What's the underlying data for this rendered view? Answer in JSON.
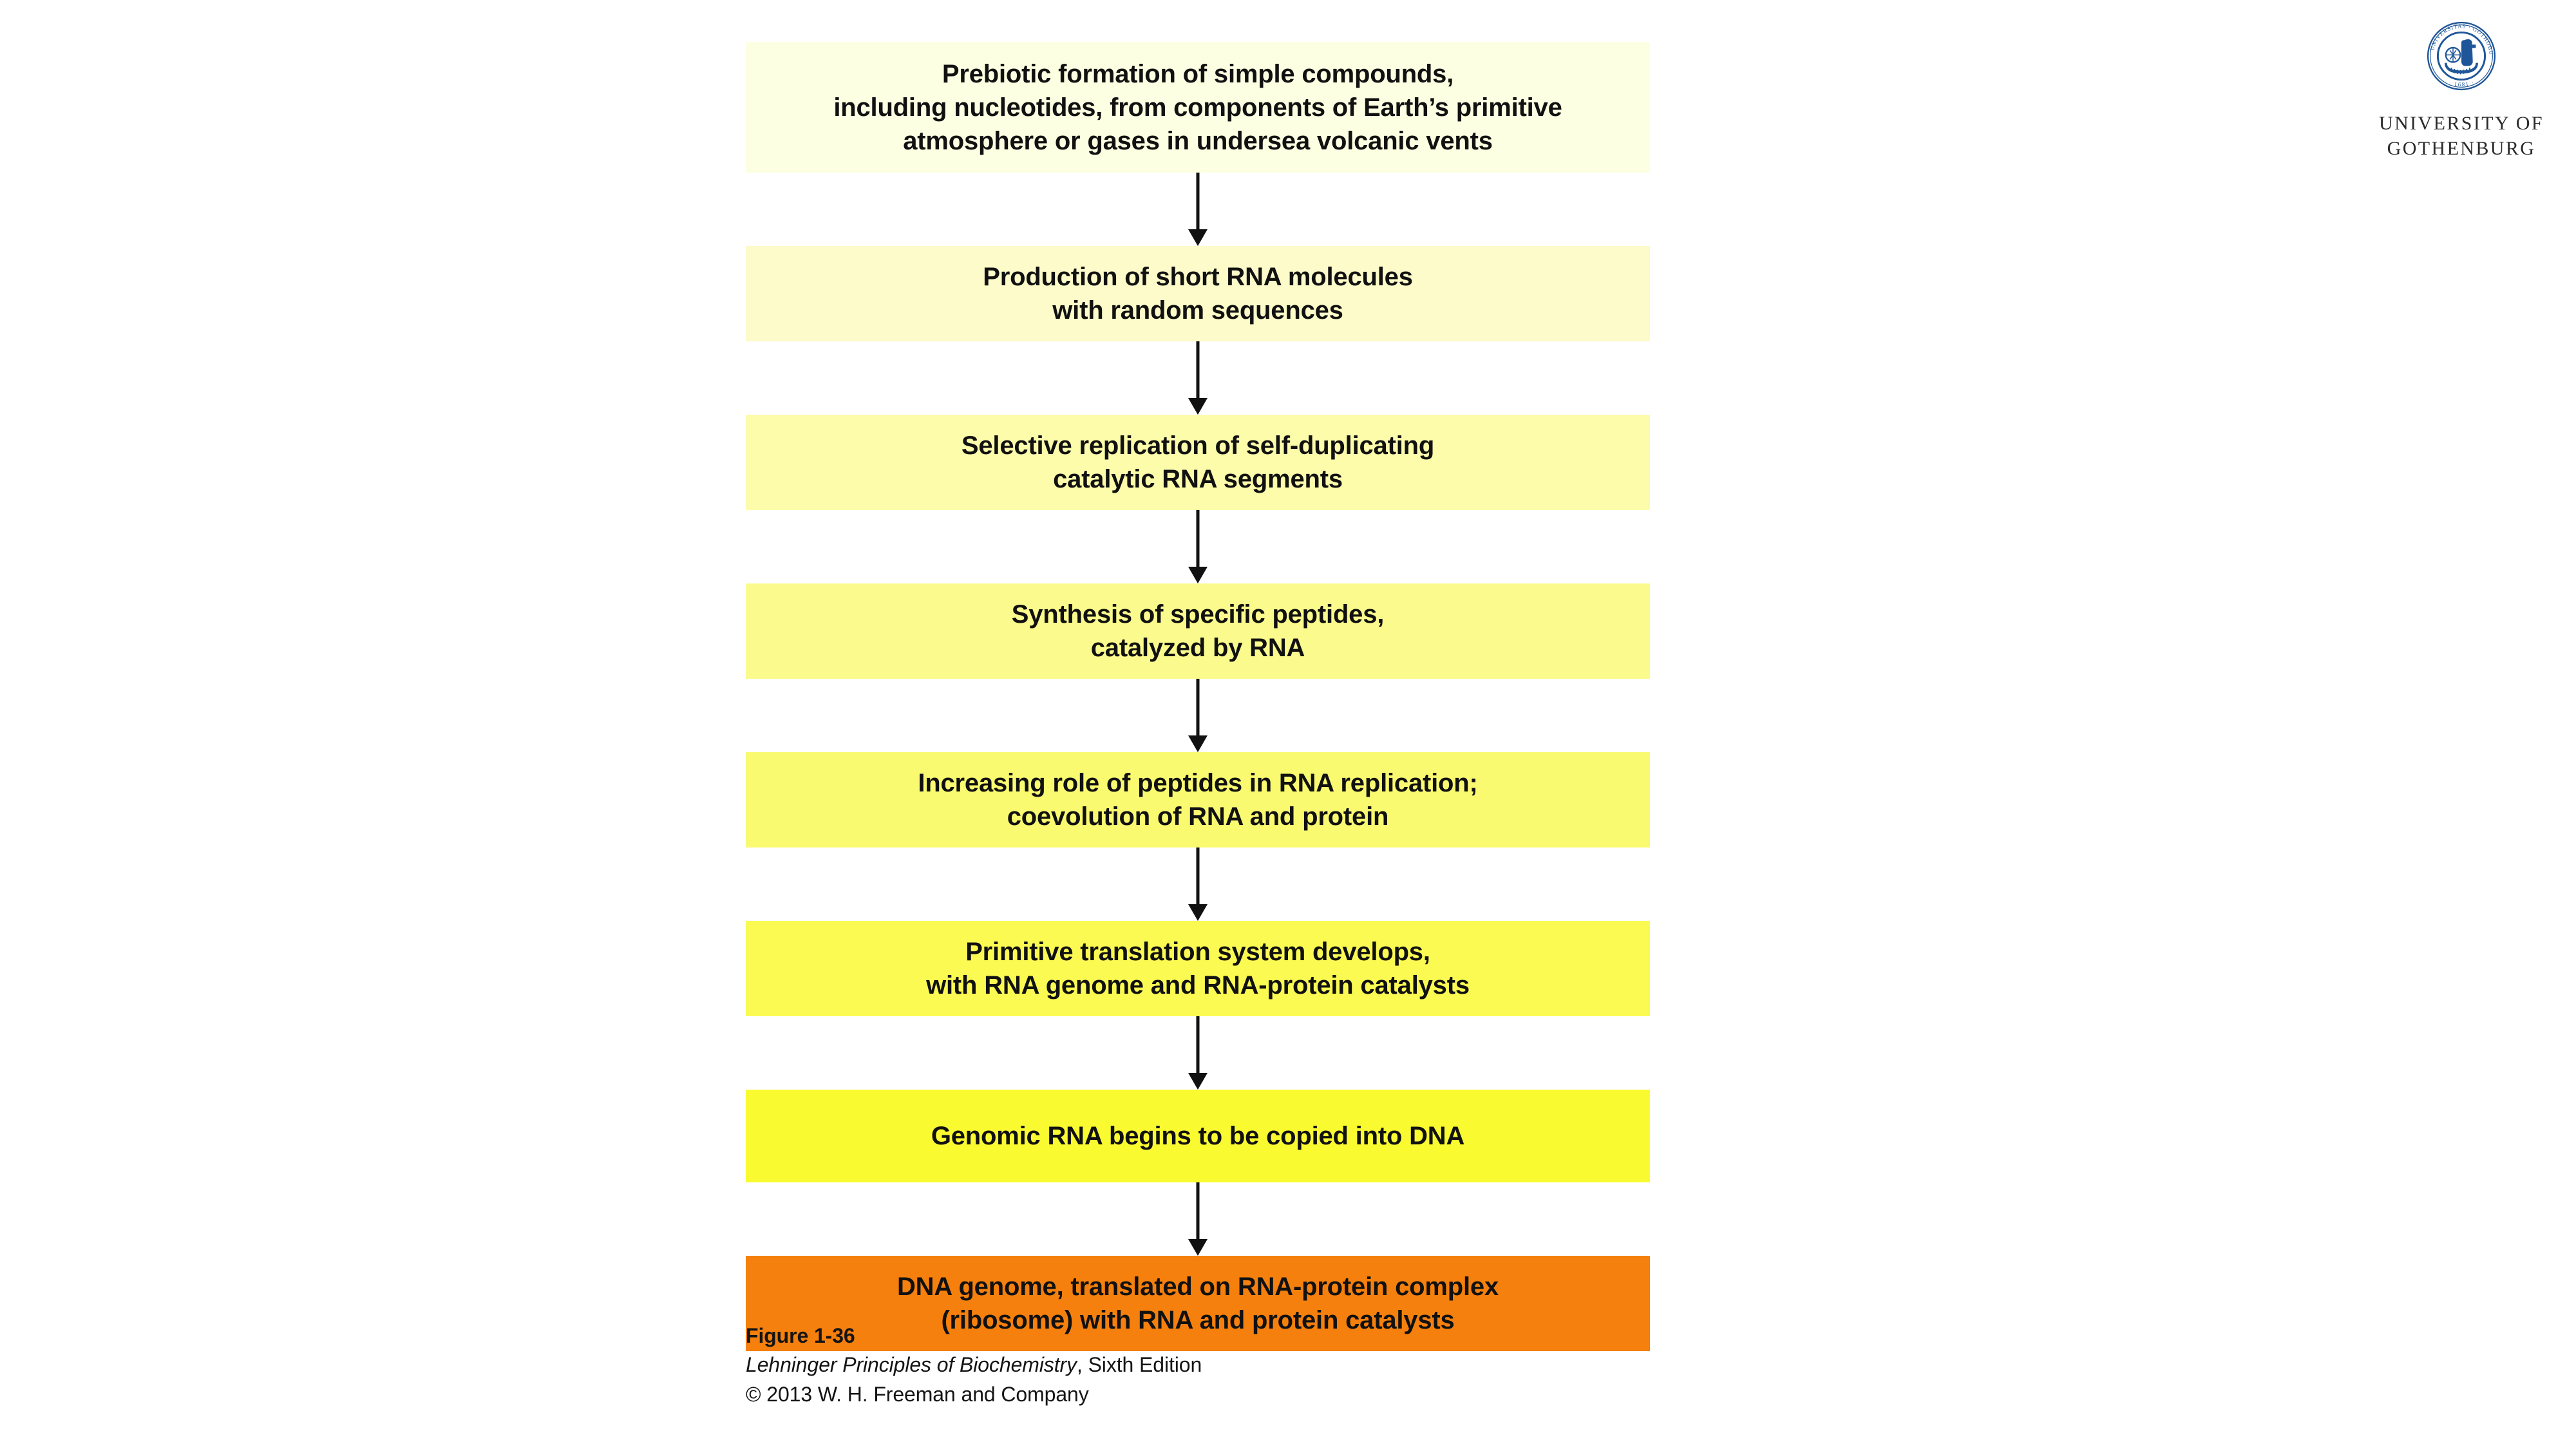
{
  "logo": {
    "seal_outer_text": "UNIVERSITAS · GOTHOBURGENSIS ·",
    "seal_year": "1891",
    "wordmark_line1": "UNIVERSITY OF",
    "wordmark_line2": "GOTHENBURG",
    "seal_color": "#1F5699"
  },
  "chart_data": {
    "type": "diagram",
    "title": "Figure 1-36",
    "layout": "vertical-flowchart-top-to-bottom",
    "steps": [
      {
        "index": 1,
        "lines": [
          "Prebiotic formation of simple compounds,",
          "including nucleotides, from components of Earth’s primitive",
          "atmosphere or gases in undersea volcanic vents"
        ],
        "color": "#FDFFE2"
      },
      {
        "index": 2,
        "lines": [
          "Production of short RNA molecules",
          "with random sequences"
        ],
        "color": "#FCFBC9"
      },
      {
        "index": 3,
        "lines": [
          "Selective replication of self-duplicating",
          "catalytic RNA segments"
        ],
        "color": "#FCFCAB"
      },
      {
        "index": 4,
        "lines": [
          "Synthesis of specific peptides,",
          "catalyzed by RNA"
        ],
        "color": "#FBFB8D"
      },
      {
        "index": 5,
        "lines": [
          "Increasing role of peptides in RNA replication;",
          "coevolution of RNA and protein"
        ],
        "color": "#FAFA71"
      },
      {
        "index": 6,
        "lines": [
          "Primitive translation system develops,",
          "with RNA genome and RNA-protein catalysts"
        ],
        "color": "#FAFA52"
      },
      {
        "index": 7,
        "lines": [
          "Genomic RNA begins to be copied into DNA"
        ],
        "color": "#FAFA31"
      },
      {
        "index": 8,
        "lines": [
          "DNA genome, translated on RNA-protein complex",
          "(ribosome) with RNA and protein catalysts"
        ],
        "color": "#F5800D"
      }
    ],
    "connector": "downward-arrow",
    "connector_count": 7
  },
  "caption": {
    "figure_number": "Figure 1-36",
    "source_title": "Lehninger Principles of Biochemistry",
    "source_edition": ", Sixth Edition",
    "copyright": "© 2013 W. H. Freeman and Company"
  }
}
